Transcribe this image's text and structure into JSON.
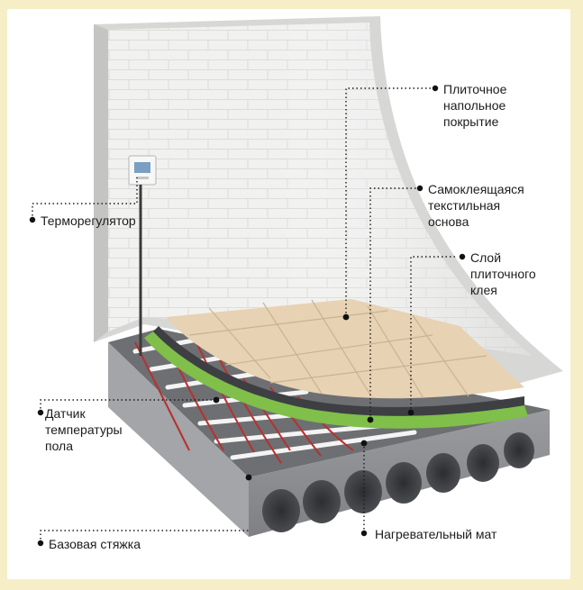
{
  "colors": {
    "background": "#f6eec6",
    "panel": "#ffffff",
    "concrete": "#8f9194",
    "heating_wire": "#b8302f",
    "heating_tape": "#f4f4f4",
    "textile_layer": "#7fbf4a",
    "tile": "#e7d2b3",
    "wall": "#eeeeed"
  },
  "labels": {
    "tile_covering": "Плиточное\nнапольное\nпокрытие",
    "textile_base": "Самоклеящаяся\nтекстильная\nоснова",
    "adhesive_layer": "Слой\nплиточного\nклея",
    "thermostat": "Терморегулятор",
    "floor_sensor": "Датчик\nтемпературы\nпола",
    "base_screed": "Базовая стяжка",
    "heating_mat": "Нагревательный мат"
  }
}
